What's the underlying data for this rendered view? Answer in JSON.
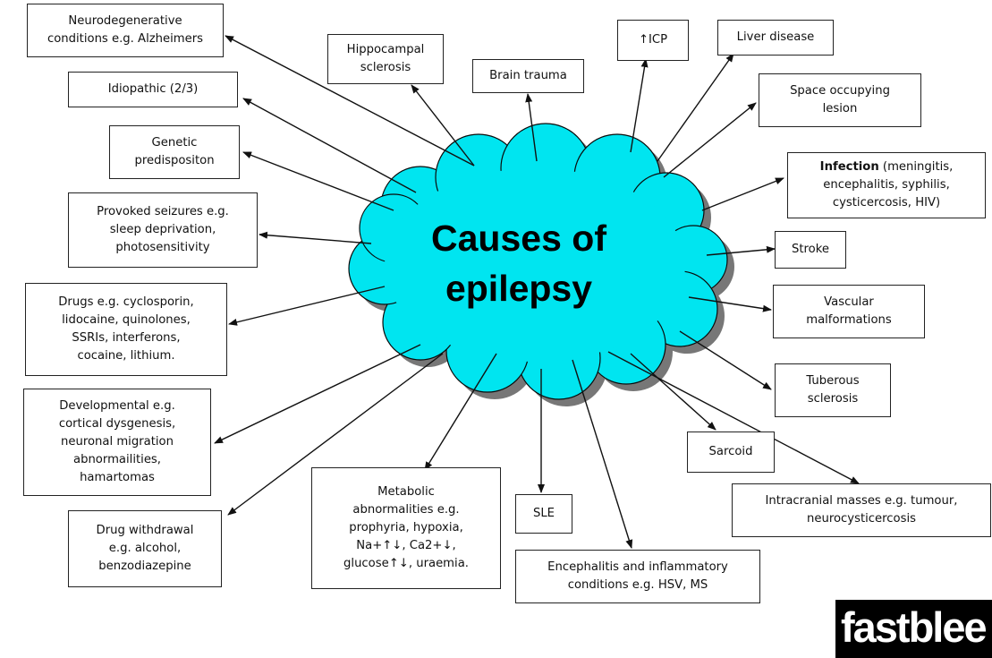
{
  "title": "Causes of\nepilepsy",
  "causes": {
    "neurodegenerative": "Neurodegenerative\nconditions e.g. Alzheimers",
    "hippocampal": "Hippocampal\nsclerosis",
    "brain_trauma": "Brain trauma",
    "icp": "↑ICP",
    "liver": "Liver disease",
    "idiopathic": "Idiopathic (2/3)",
    "space_occupying": "Space occupying\nlesion",
    "genetic": "Genetic\npredispositon",
    "infection_bold": "Infection",
    "infection_rest": " (meningitis,\nencephalitis, syphilis,\ncysticercosis, HIV)",
    "provoked": "Provoked seizures e.g.\nsleep deprivation,\nphotosensitivity",
    "stroke": "Stroke",
    "drugs": "Drugs e.g. cyclosporin,\nlidocaine, quinolones,\nSSRIs, interferons,\ncocaine, lithium.",
    "vascular": "Vascular\nmalformations",
    "tuberous": "Tuberous\nsclerosis",
    "developmental": "Developmental e.g.\ncortical dysgenesis,\nneuronal migration\nabnormailities,\nhamartomas",
    "sarcoid": "Sarcoid",
    "metabolic": "Metabolic\nabnormalities e.g.\nprophyria, hypoxia,\nNa+↑↓, Ca2+↓,\nglucose↑↓, uraemia.",
    "intracranial": "Intracranial masses e.g. tumour,\nneurocysticercosis",
    "sle": "SLE",
    "withdrawal": "Drug withdrawal\ne.g. alcohol,\nbenzodiazepine",
    "encephalitis": "Encephalitis and inflammatory\nconditions e.g. HSV, MS"
  },
  "logo": "fastblee",
  "colors": {
    "cloud": "#00e5f0",
    "cloud_shadow": "#777777",
    "line": "#111111"
  }
}
